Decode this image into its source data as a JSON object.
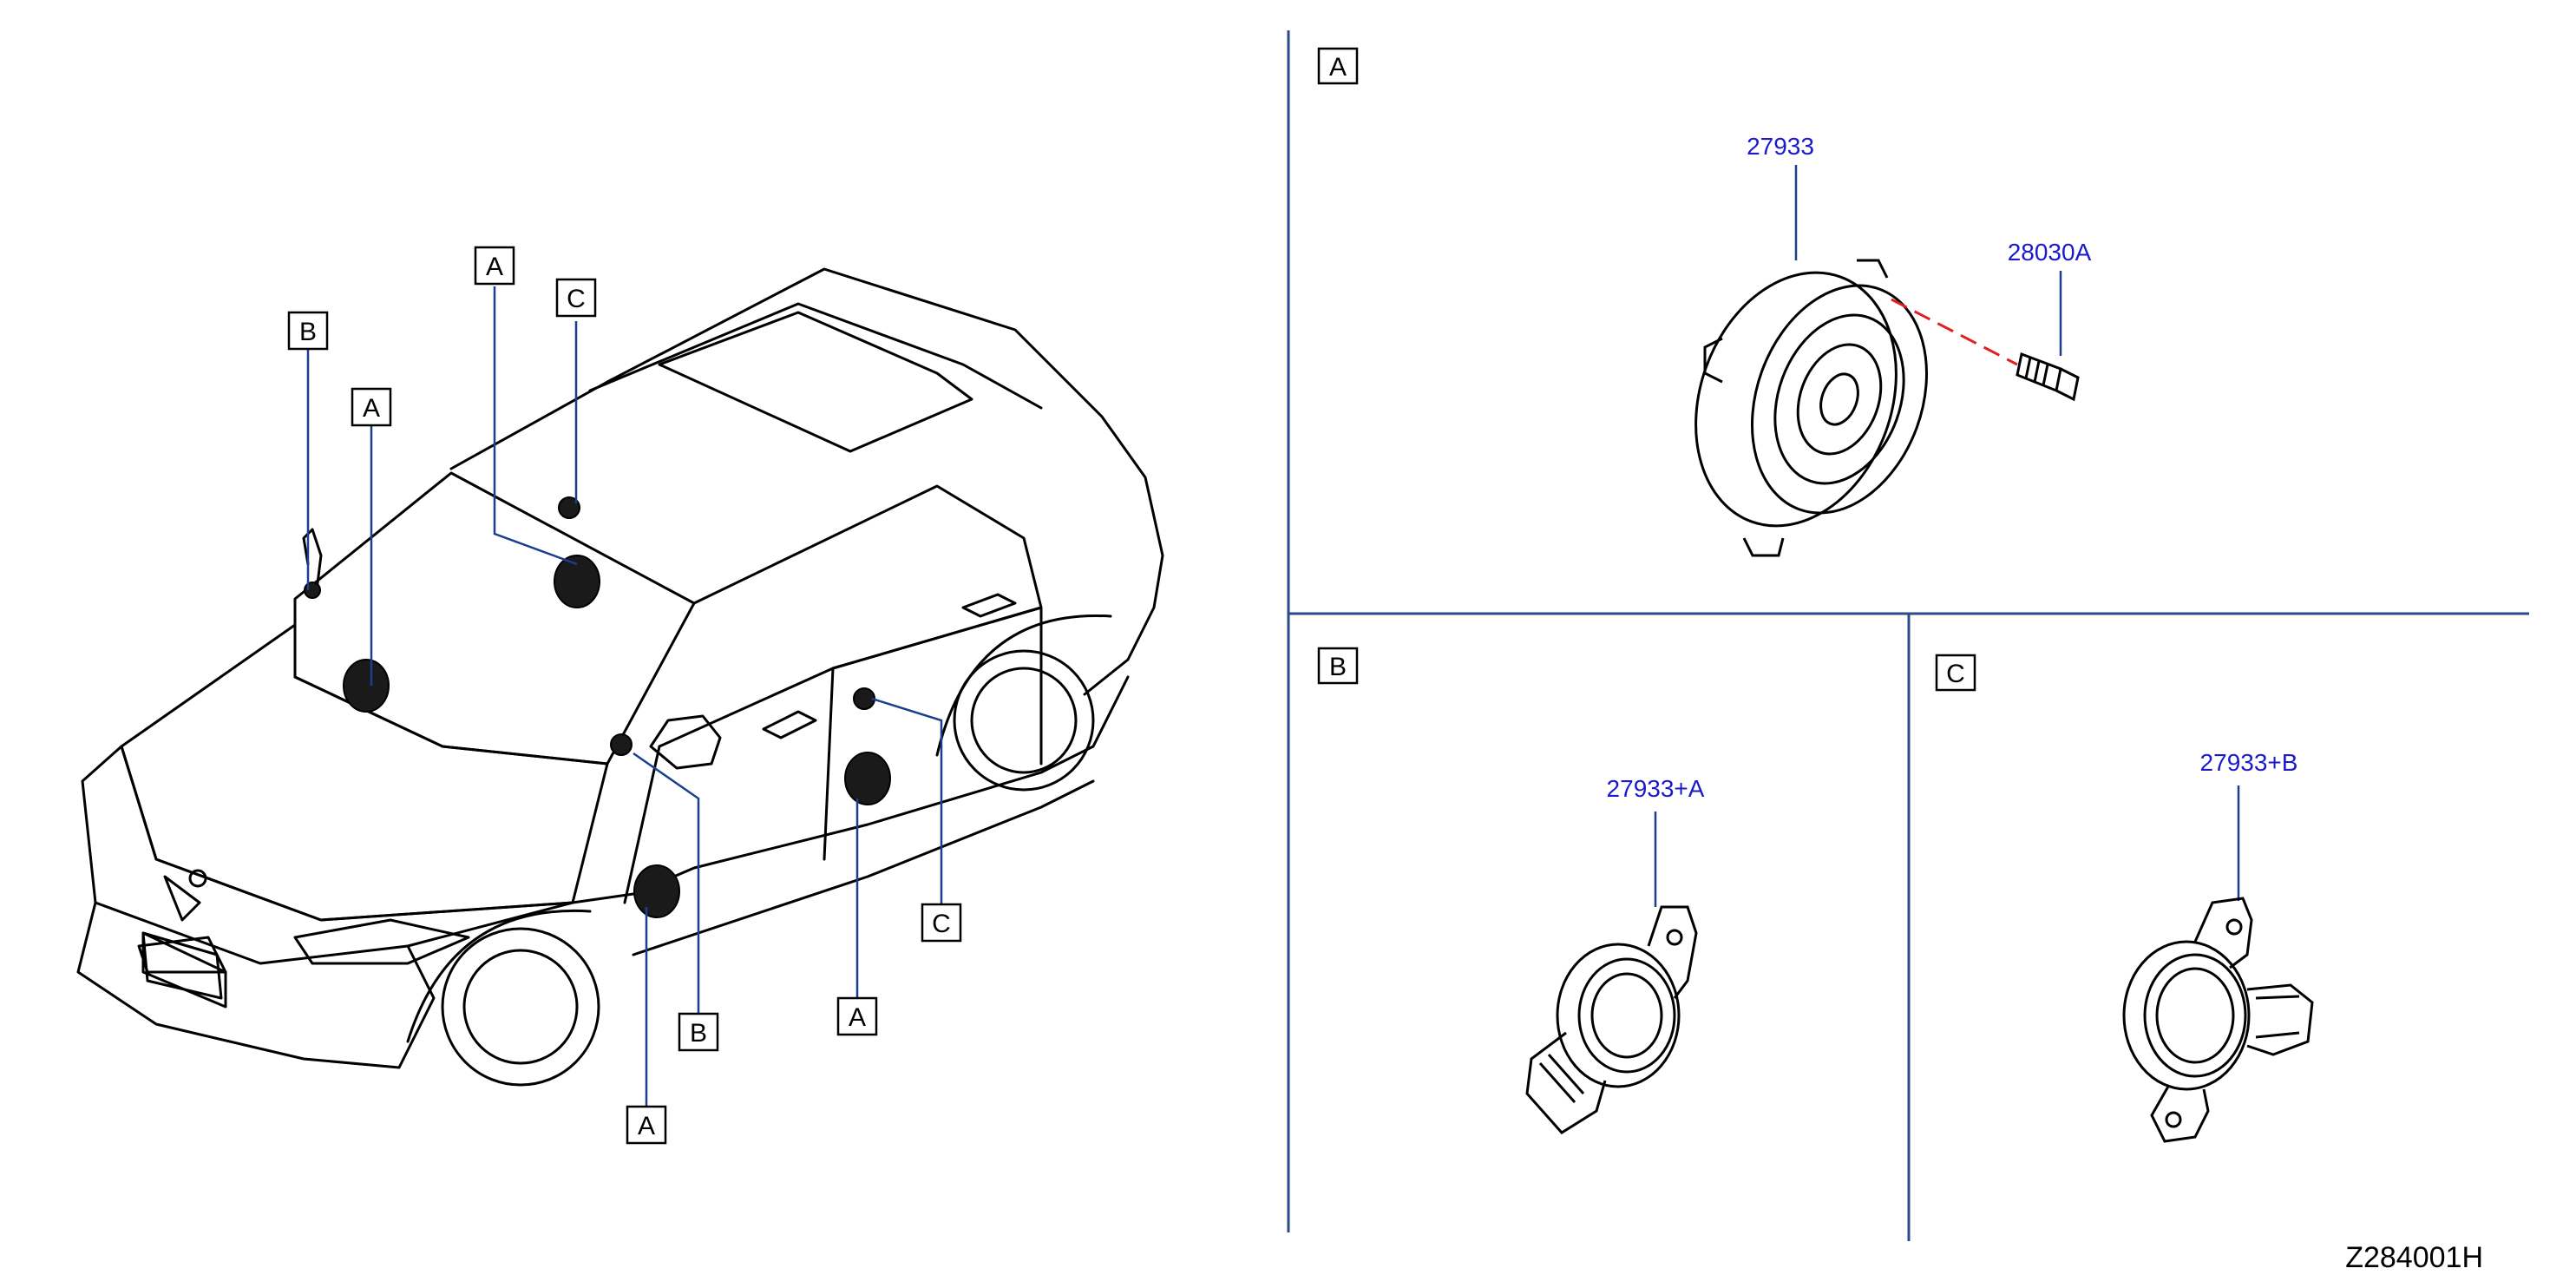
{
  "diagram_code": "Z284001H",
  "colors": {
    "line": "#000000",
    "leader": "#1a3f8f",
    "part_number": "#1a1acc",
    "divider": "#2a4a8a",
    "dashed": "#e02020"
  },
  "car_view": {
    "callouts": [
      {
        "letter": "B",
        "target": "left-mirror-tweeter"
      },
      {
        "letter": "A",
        "target": "dash-speaker-left"
      },
      {
        "letter": "A",
        "target": "dash-speaker-center"
      },
      {
        "letter": "C",
        "target": "roof-center-tweeter"
      },
      {
        "letter": "C",
        "target": "rear-door-tweeter"
      },
      {
        "letter": "A",
        "target": "rear-door-woofer"
      },
      {
        "letter": "B",
        "target": "front-door-tweeter"
      },
      {
        "letter": "A",
        "target": "front-door-woofer"
      }
    ]
  },
  "panels": {
    "a": {
      "letter": "A",
      "parts": [
        "27933",
        "28030A"
      ]
    },
    "b": {
      "letter": "B",
      "parts": [
        "27933+A"
      ]
    },
    "c": {
      "letter": "C",
      "parts": [
        "27933+B"
      ]
    }
  }
}
